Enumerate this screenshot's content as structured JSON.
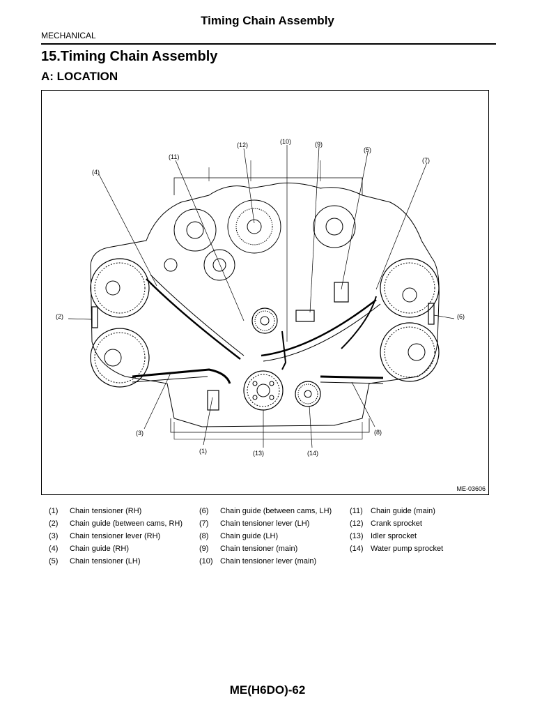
{
  "header": {
    "title": "Timing Chain Assembly",
    "section": "MECHANICAL"
  },
  "document": {
    "title": "15.Timing Chain Assembly",
    "subtitle": "A:  LOCATION"
  },
  "figure": {
    "code": "ME-03606",
    "callouts": [
      "(1)",
      "(2)",
      "(3)",
      "(4)",
      "(5)",
      "(6)",
      "(7)",
      "(8)",
      "(9)",
      "(10)",
      "(11)",
      "(12)",
      "(13)",
      "(14)"
    ]
  },
  "legend": {
    "col1": [
      {
        "num": "(1)",
        "text": "Chain tensioner (RH)"
      },
      {
        "num": "(2)",
        "text": "Chain guide (between cams, RH)"
      },
      {
        "num": "(3)",
        "text": "Chain tensioner lever (RH)"
      },
      {
        "num": "(4)",
        "text": "Chain guide (RH)"
      },
      {
        "num": "(5)",
        "text": "Chain tensioner (LH)"
      }
    ],
    "col2": [
      {
        "num": "(6)",
        "text": "Chain guide (between cams, LH)"
      },
      {
        "num": "(7)",
        "text": "Chain tensioner lever (LH)"
      },
      {
        "num": "(8)",
        "text": "Chain guide (LH)"
      },
      {
        "num": "(9)",
        "text": "Chain tensioner (main)"
      },
      {
        "num": "(10)",
        "text": "Chain tensioner lever (main)"
      }
    ],
    "col3": [
      {
        "num": "(11)",
        "text": "Chain guide (main)"
      },
      {
        "num": "(12)",
        "text": "Crank sprocket"
      },
      {
        "num": "(13)",
        "text": "Idler sprocket"
      },
      {
        "num": "(14)",
        "text": "Water pump sprocket"
      }
    ]
  },
  "footer": {
    "page_code": "ME(H6DO)-62"
  }
}
